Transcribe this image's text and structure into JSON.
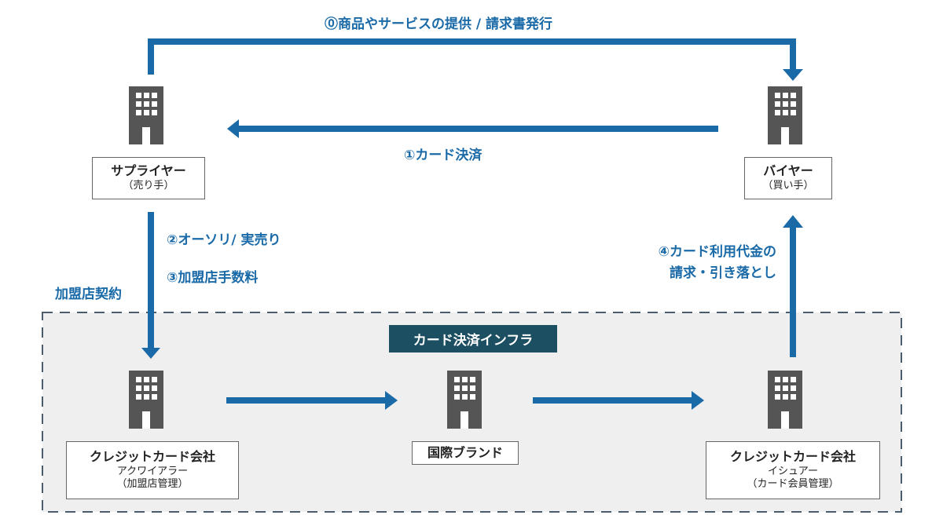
{
  "flow_labels": {
    "provision": "⓪商品やサービスの提供 / 請求書発行",
    "card_payment": "①カード決済",
    "auth_sales": "②オーソリ/ 実売り",
    "merchant_fee": "③加盟店手数料",
    "merchant_contract": "加盟店契約",
    "billing_line1": "④カード利用代金の",
    "billing_line2": "請求・引き落とし"
  },
  "infra": {
    "label": "カード決済インフラ"
  },
  "nodes": {
    "supplier": {
      "title": "サプライヤー",
      "sub": "（売り手）"
    },
    "buyer": {
      "title": "バイヤー",
      "sub": "（買い手）"
    },
    "acquirer": {
      "title": "クレジットカード会社",
      "sub1": "アクワイアラー",
      "sub2": "（加盟店管理）"
    },
    "brand": {
      "title": "国際ブランド"
    },
    "issuer": {
      "title": "クレジットカード会社",
      "sub1": "イシュアー",
      "sub2": "（カード会員管理）"
    }
  },
  "colors": {
    "arrow": "#1a6aa8",
    "building": "#555555",
    "infra_background": "#efefef",
    "infra_border": "#4a5d6e",
    "infra_tag": "#1b4f61"
  },
  "icons": [
    "building-icon"
  ]
}
